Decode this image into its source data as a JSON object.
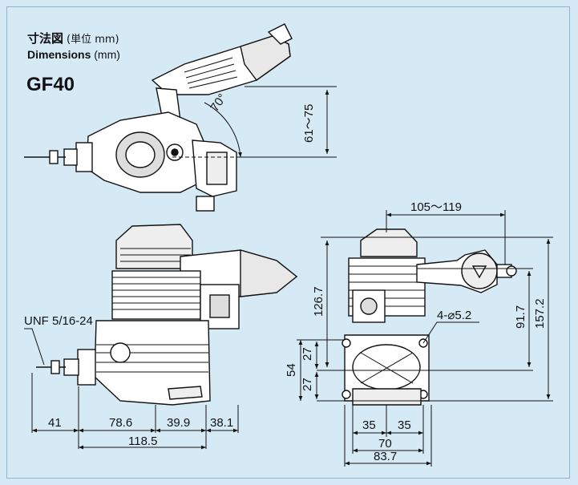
{
  "header": {
    "title_jp": "寸法図",
    "title_jp_unit": "(単位 mm)",
    "title_en": "Dimensions",
    "title_en_unit": "(mm)",
    "model": "GF40"
  },
  "top_view": {
    "angle": "70°",
    "height_range": "61〜75"
  },
  "side_view": {
    "thread": "UNF 5/16-24",
    "d41": "41",
    "d78_6": "78.6",
    "d39_9": "39.9",
    "d38_1": "38.1",
    "d118_5": "118.5"
  },
  "rear_view": {
    "d105_119": "105〜119",
    "d126_7": "126.7",
    "d91_7": "91.7",
    "d157_2": "157.2",
    "holes": "4-⌀5.2",
    "d54": "54",
    "d27a": "27",
    "d27b": "27",
    "d35a": "35",
    "d35b": "35",
    "d70": "70",
    "d83_7": "83.7"
  },
  "colors": {
    "background": "#d6eaf6",
    "line": "#111111"
  }
}
